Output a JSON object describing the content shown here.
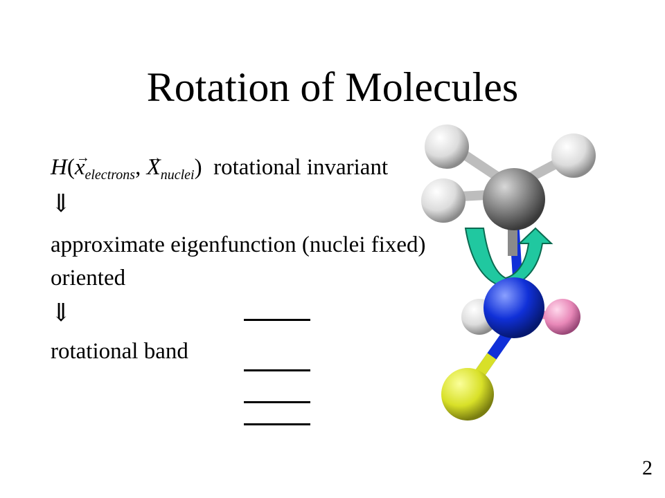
{
  "slide": {
    "title": "Rotation of Molecules",
    "hamiltonian": {
      "symbol": "H",
      "open_paren": "(",
      "x_var": "x",
      "x_sub": "electrons",
      "comma": ",",
      "X_var": "X",
      "X_sub": "nuclei",
      "close_paren": ")",
      "description": "rotational invariant"
    },
    "implies_1": "⇓",
    "line_3": "approximate eigenfunction (nuclei fixed)",
    "line_4": "oriented",
    "implies_2": "⇓",
    "line_6": "rotational band",
    "page_number": "2"
  },
  "colors": {
    "carbon": "#7a7a7a",
    "hydrogen": "#e8e8e8",
    "nitrogen": "#1030d8",
    "fluorine": "#d8e028",
    "pink_atom": "#e888b8",
    "rotation_arrow": "#20c8a0"
  }
}
